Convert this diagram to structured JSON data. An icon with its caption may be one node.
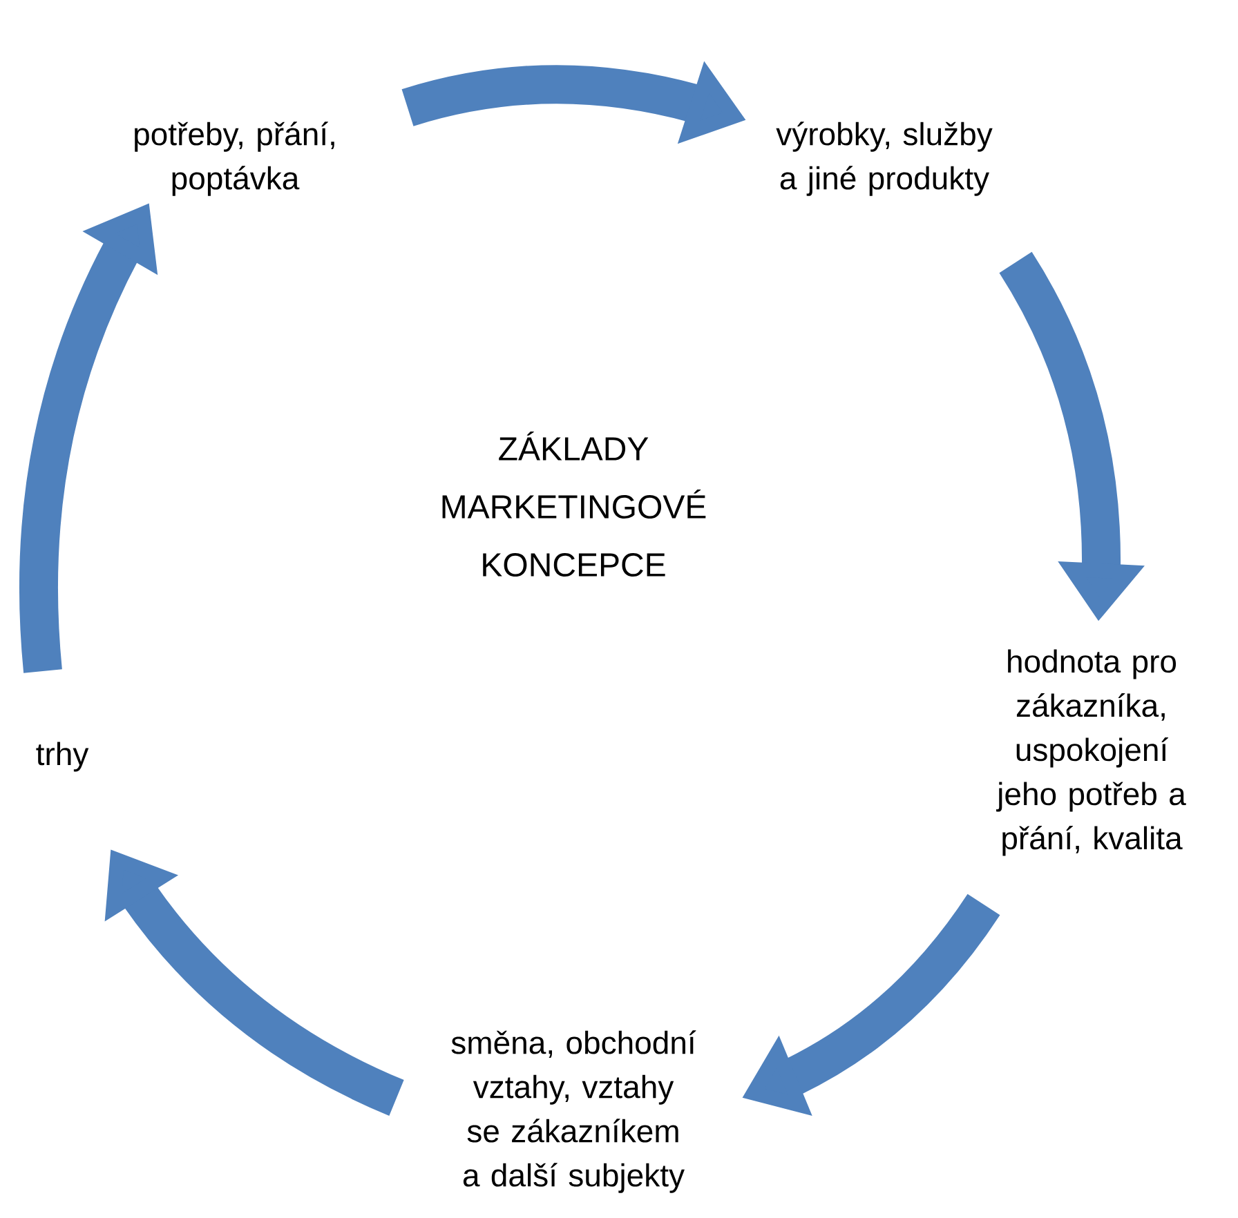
{
  "diagram": {
    "nodes": [
      {
        "text": [
          "potřeby, přání, poptávka"
        ]
      },
      {
        "text": [
          "výrobky, služby a jiné produkty"
        ]
      },
      {
        "text": [
          "hodnota pro zákazníka, uspokojení jeho potřeb a přání, kvalita"
        ]
      },
      {
        "text": [
          "směna, obchodní vztahy, vztahy se zákazníkem a další subjekty"
        ]
      },
      {
        "text": [
          "trhy"
        ]
      }
    ],
    "edges": [
      {
        "from": 0,
        "to": 1,
        "arrow": "to"
      },
      {
        "from": 1,
        "to": 2,
        "arrow": "to"
      },
      {
        "from": 2,
        "to": 3,
        "arrow": "to"
      },
      {
        "from": 3,
        "to": 4,
        "arrow": "to"
      },
      {
        "from": 4,
        "to": 0,
        "arrow": "to"
      }
    ],
    "labels": [
      "ZÁKLADY MARKETINGOVÉ KONCEPCE"
    ]
  }
}
